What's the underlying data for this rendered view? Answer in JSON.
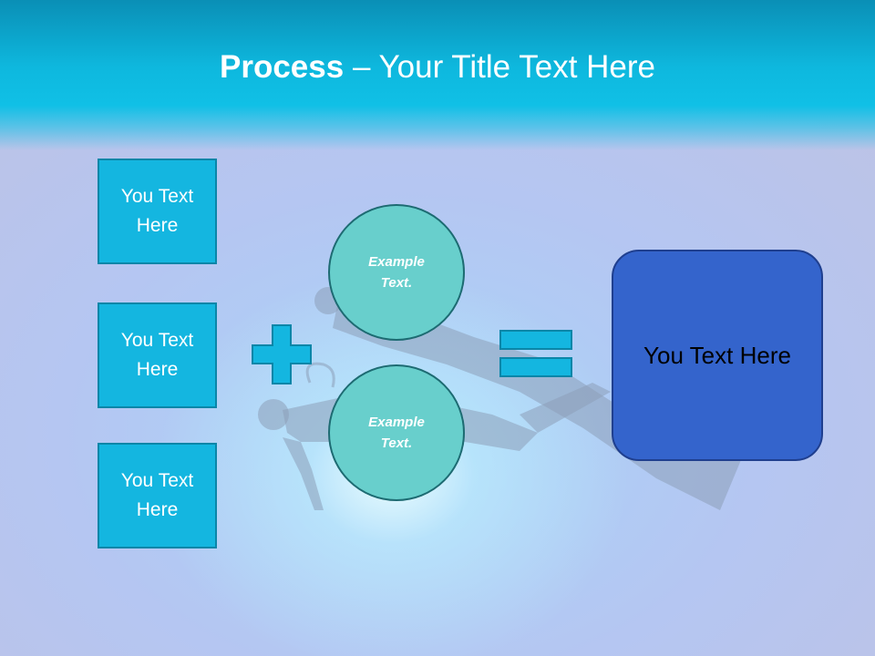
{
  "title": {
    "bold": "Process",
    "rest": " – Your Title Text Here"
  },
  "left_boxes": [
    {
      "label": "You Text Here"
    },
    {
      "label": "You Text Here"
    },
    {
      "label": "You Text Here"
    }
  ],
  "circles": [
    {
      "label": "Example Text."
    },
    {
      "label": "Example Text."
    }
  ],
  "result": {
    "label": "You Text Here"
  },
  "colors": {
    "header": "#0eb8de",
    "box_fill": "#14b6e0",
    "circle_fill": "#68cfcc",
    "result_fill": "#3464cc"
  }
}
